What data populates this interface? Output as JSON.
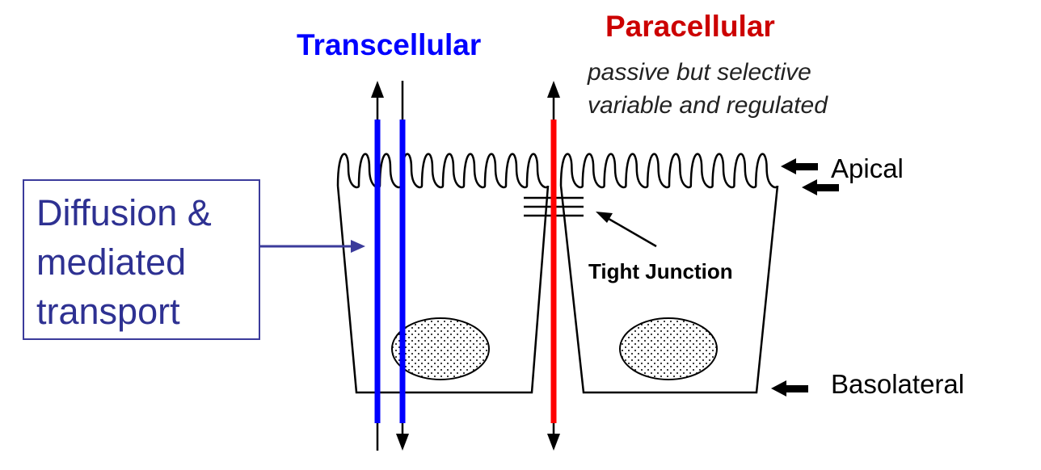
{
  "colors": {
    "transcellular": "#0000ff",
    "paracellular": "#cc0000",
    "paracellular_line": "#ff0000",
    "box_text": "#2e3192",
    "box_border": "#3b3b9b",
    "outline": "#000000"
  },
  "labels": {
    "transcellular": "Transcellular",
    "paracellular": "Paracellular",
    "para_note_1": "passive but selective",
    "para_note_2": "variable and regulated",
    "apical": "Apical",
    "basolateral": "Basolateral",
    "tight_junction": "Tight Junction"
  },
  "callout": {
    "lines": [
      "Diffusion &",
      "mediated",
      "transport"
    ]
  }
}
